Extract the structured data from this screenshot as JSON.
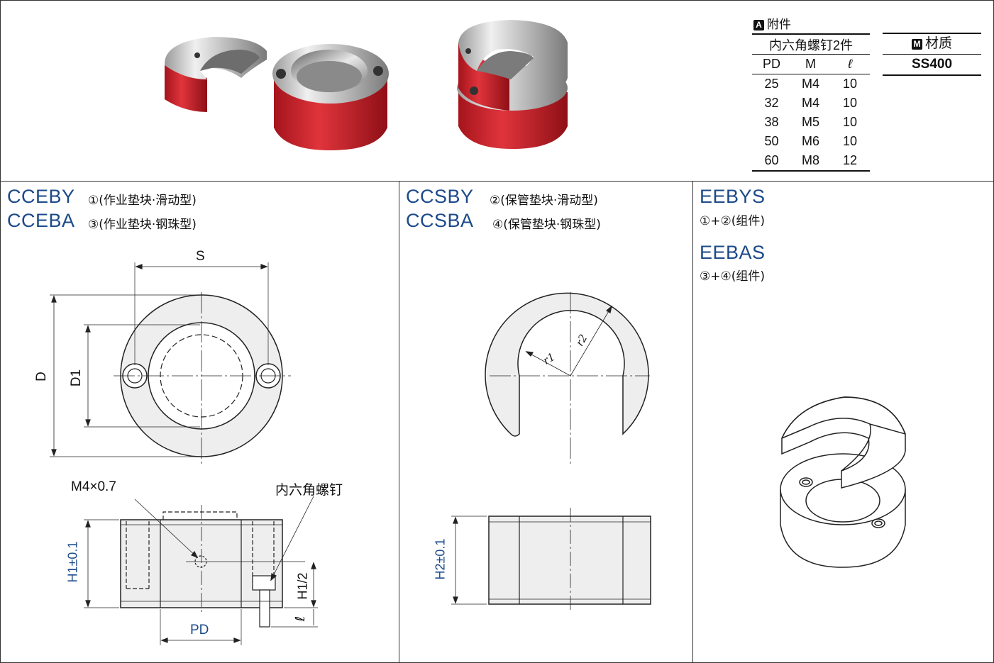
{
  "accessory": {
    "badge": "A",
    "label": "附件",
    "table_title": "内六角螺钉2件",
    "headers": [
      "PD",
      "M",
      "ℓ"
    ],
    "rows": [
      [
        "25",
        "M4",
        "10"
      ],
      [
        "32",
        "M4",
        "10"
      ],
      [
        "38",
        "M5",
        "10"
      ],
      [
        "50",
        "M6",
        "10"
      ],
      [
        "60",
        "M8",
        "12"
      ]
    ]
  },
  "material": {
    "badge": "M",
    "label": "材质",
    "value": "SS400"
  },
  "panels": {
    "p1": {
      "title1": "CCEBY",
      "sub1": "①(作业垫块·滑动型)",
      "title2": "CCEBA",
      "sub2": "③(作业垫块·钢珠型)"
    },
    "p2": {
      "title1": "CCSBY",
      "sub1": "②(保管垫块·滑动型)",
      "title2": "CCSBA",
      "sub2": "④(保管垫块·钢珠型)"
    },
    "p3": {
      "title1": "EEBYS",
      "sub1": "①+②(组件)",
      "title2": "EEBAS",
      "sub2": "③+④(组件)"
    }
  },
  "dims": {
    "S": "S",
    "D": "D",
    "D1": "D1",
    "M": "M4×0.7",
    "screw": "内六角螺钉",
    "H1": "H1±0.1",
    "H1half": "H1/2",
    "l": "ℓ",
    "PD": "PD",
    "r1": "r1",
    "r2": "r2",
    "H2": "H2±0.1"
  },
  "colors": {
    "title": "#1b4a8a",
    "red": "#c8202a",
    "line": "#222222",
    "fill": "#eeeeee"
  }
}
